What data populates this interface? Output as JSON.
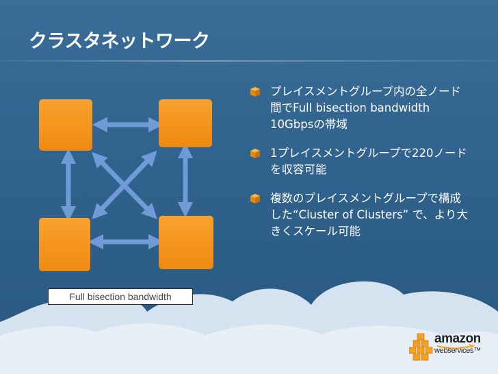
{
  "slide": {
    "title": "クラスタネットワーク",
    "colors": {
      "background": "#2f628c",
      "node": "#f7941d",
      "arrow": "#6a97d4",
      "cloud": "#dde8f3"
    }
  },
  "bullets": [
    {
      "text": "プレイスメントグループ内の全ノード間でFull bisection bandwidth 10Gbpsの帯域"
    },
    {
      "text": "1プレイスメントグループで220ノードを収容可能"
    },
    {
      "text": "複数のプレイスメントグループで構成した“Cluster of Clusters” で、より大きくスケール可能"
    }
  ],
  "diagram": {
    "caption": "Full bisection bandwidth",
    "node_count": 4
  },
  "logo": {
    "name": "amazon",
    "sub": "webservices",
    "tm": "™"
  }
}
